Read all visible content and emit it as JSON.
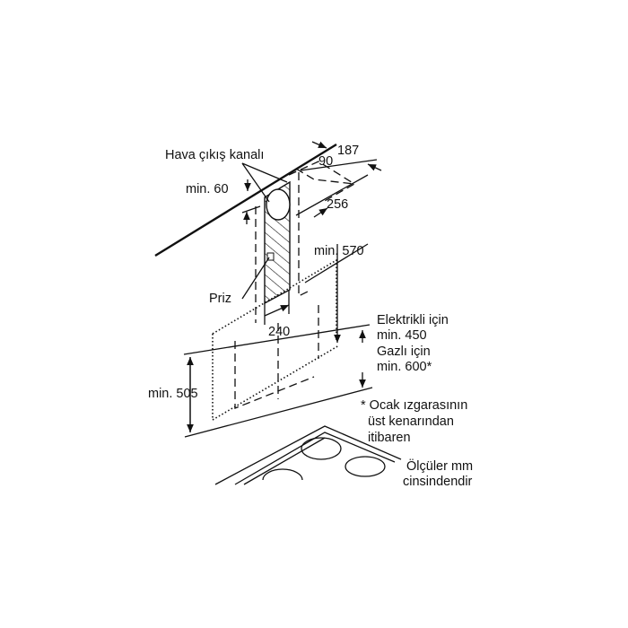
{
  "labels": {
    "air_duct": "Hava çıkış kanalı",
    "dim_187": "187",
    "dim_90": "90",
    "min_60": "min. 60",
    "dim_256": "256",
    "min_570": "min. 570",
    "socket": "Priz",
    "dim_240": "240",
    "electric_for": "Elektrikli için",
    "min_450": "min. 450",
    "gas_for": "Gazlı için",
    "min_600": "min. 600*",
    "min_505": "min. 505",
    "note_line1": "* Ocak ızgarasının",
    "note_line2": "üst kenarından",
    "note_line3": "itibaren",
    "units_line1": "Ölçüler mm",
    "units_line2": "cinsindendir"
  }
}
